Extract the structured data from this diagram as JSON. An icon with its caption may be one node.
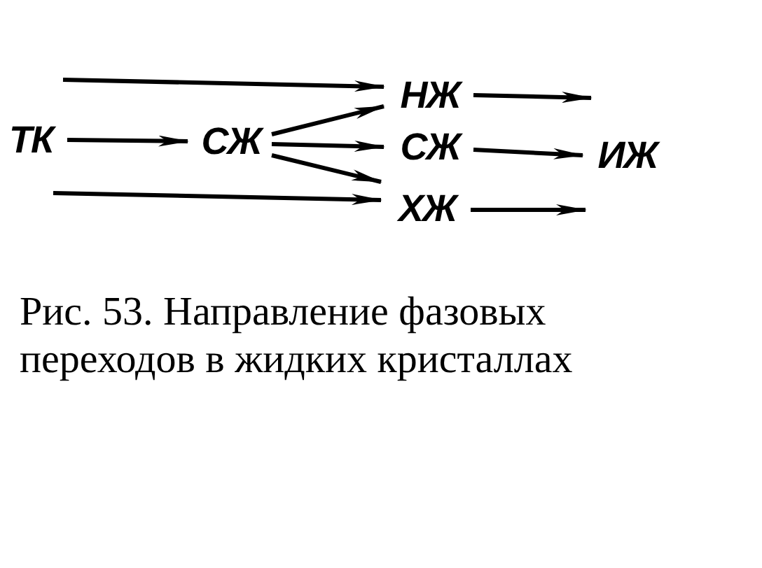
{
  "diagram": {
    "caption": "Рис. 53. Направление фазовых переходов в жидких кристаллах",
    "nodes": [
      {
        "text": [
          "ТК"
        ]
      },
      {
        "text": [
          "СЖ"
        ]
      },
      {
        "text": [
          "НЖ"
        ]
      },
      {
        "text": [
          "СЖ"
        ]
      },
      {
        "text": [
          "ИЖ"
        ]
      },
      {
        "text": [
          "ХЖ"
        ]
      }
    ],
    "edges": [
      {
        "from": null,
        "to": 2,
        "arrow": "to"
      },
      {
        "from": 0,
        "to": 1,
        "arrow": "to"
      },
      {
        "from": 1,
        "to": 2,
        "arrow": "to"
      },
      {
        "from": 1,
        "to": 3,
        "arrow": "to"
      },
      {
        "from": 1,
        "to": 5,
        "arrow": "to"
      },
      {
        "from": null,
        "to": 5,
        "arrow": "to"
      },
      {
        "from": 2,
        "to": 4,
        "arrow": "to"
      },
      {
        "from": 3,
        "to": 4,
        "arrow": "to"
      },
      {
        "from": 5,
        "to": 4,
        "arrow": "to"
      }
    ]
  }
}
